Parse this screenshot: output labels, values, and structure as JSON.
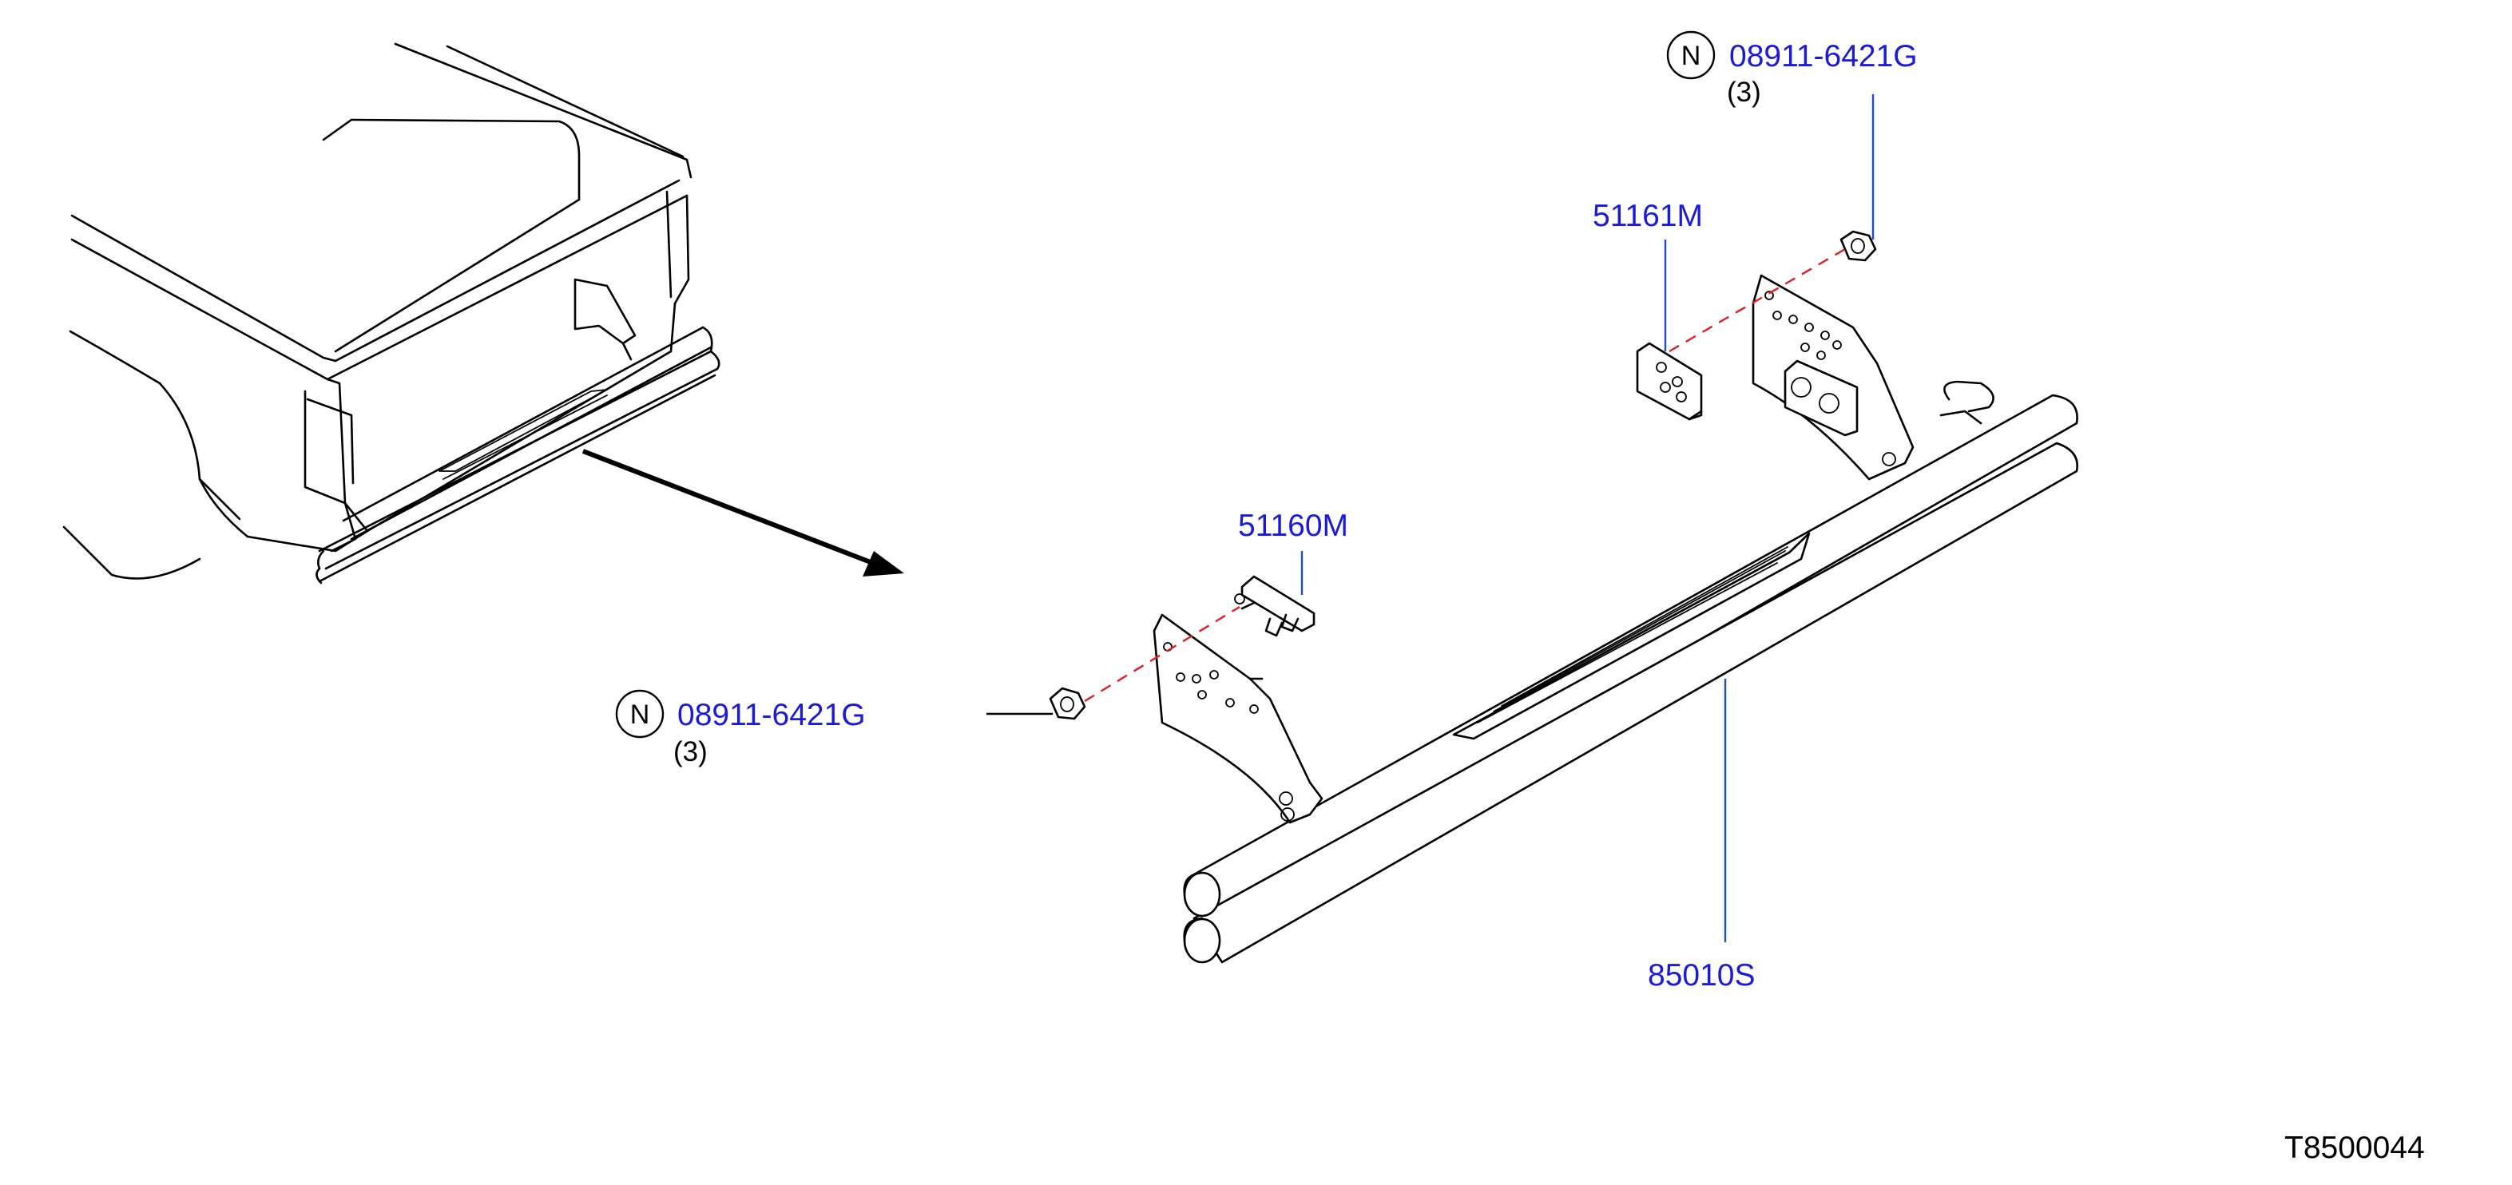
{
  "callouts": {
    "nut_top": {
      "n_mark": "N",
      "part_number": "08911-6421G",
      "quantity": "(3)"
    },
    "bracket_right": {
      "part_number": "51161M"
    },
    "bracket_left": {
      "part_number": "51160M"
    },
    "nut_left": {
      "n_mark": "N",
      "part_number": "08911-6421G",
      "quantity": "(3)"
    },
    "step_bar": {
      "part_number": "85010S"
    }
  },
  "diagram_code": "T8500044",
  "colors": {
    "callout_text": "#1a1adc",
    "leader_line": "#1a4fbf",
    "alignment_dash": "#e02020",
    "drawing_line": "#000000"
  }
}
